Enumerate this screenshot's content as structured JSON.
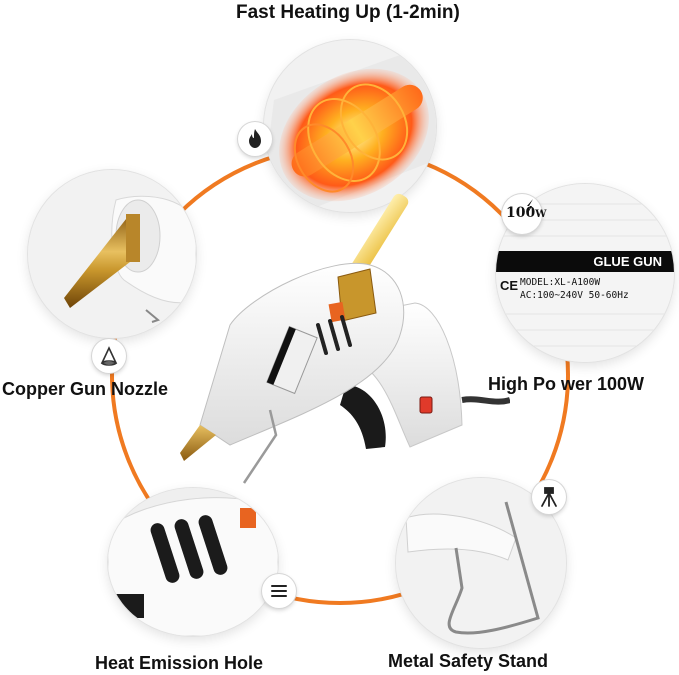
{
  "captions": {
    "top": "Fast Heating Up (1-2min)",
    "left": "Copper Gun Nozzle",
    "right": "High  Po wer 100W",
    "bottom_left": "Heat Emission Hole",
    "bottom_right": "Metal Safety Stand"
  },
  "label_plate": {
    "title": "GLUE GUN",
    "ce_mark": "CE",
    "model": "MODEL:XL-A100W",
    "rating": "AC:100~240V  50-60Hz"
  },
  "power_badge": {
    "value": "100",
    "unit": "W"
  },
  "icons": [
    "flame-icon",
    "lightning-icon",
    "cone-icon",
    "vent-lines-icon",
    "tripod-icon"
  ],
  "colors": {
    "ring": "#f07a21",
    "heat": "#ff6a1a",
    "brass": "#c8962c",
    "glue_stick": "#f2c94c",
    "gun_body": "#f4f4f4",
    "trigger": "#1a1a1a",
    "switch": "#e03a2a"
  }
}
